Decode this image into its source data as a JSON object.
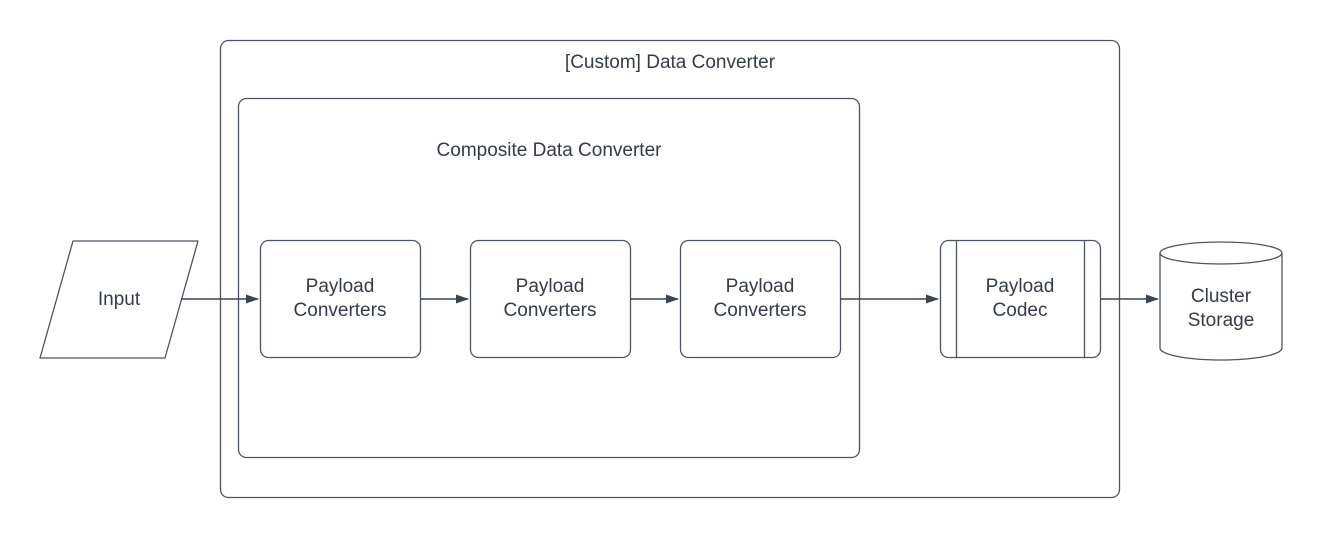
{
  "diagram": {
    "outer_group": {
      "title": "[Custom] Data Converter"
    },
    "inner_group": {
      "title": "Composite Data Converter"
    },
    "nodes": {
      "input": {
        "label": "Input",
        "shape": "parallelogram"
      },
      "payload_converters_1": {
        "label": "Payload\nConverters",
        "shape": "rounded-rectangle"
      },
      "payload_converters_2": {
        "label": "Payload\nConverters",
        "shape": "rounded-rectangle"
      },
      "payload_converters_3": {
        "label": "Payload\nConverters",
        "shape": "rounded-rectangle"
      },
      "payload_codec": {
        "label": "Payload\nCodec",
        "shape": "predefined-process"
      },
      "cluster_storage": {
        "label": "Cluster\nStorage",
        "shape": "cylinder"
      }
    },
    "edges": [
      {
        "from": "input",
        "to": "payload_converters_1"
      },
      {
        "from": "payload_converters_1",
        "to": "payload_converters_2"
      },
      {
        "from": "payload_converters_2",
        "to": "payload_converters_3"
      },
      {
        "from": "payload_converters_3",
        "to": "payload_codec"
      },
      {
        "from": "payload_codec",
        "to": "cluster_storage"
      }
    ],
    "colors": {
      "stroke": "#4b5563",
      "text": "#343b49",
      "fill": "#ffffff"
    }
  }
}
